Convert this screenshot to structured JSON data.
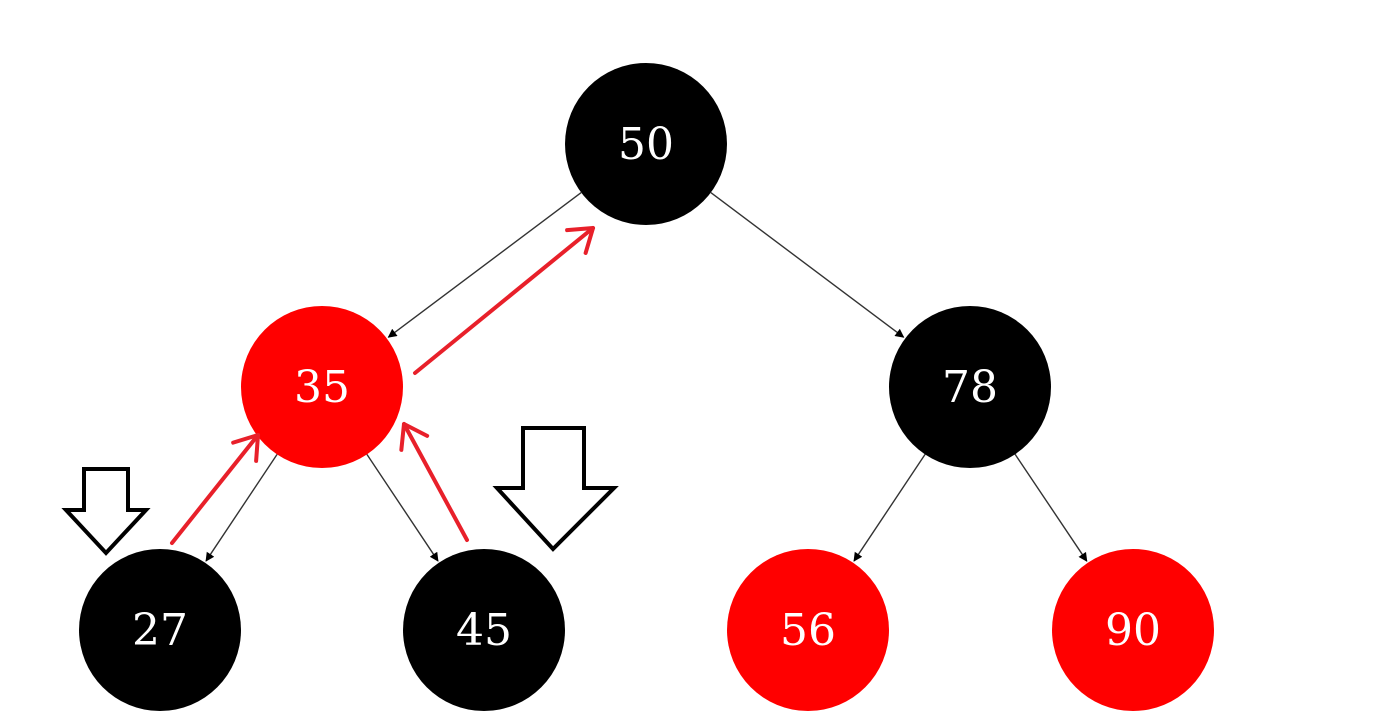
{
  "colors": {
    "black_node": "#000000",
    "red_node": "#ff0000",
    "edge": "#333333",
    "annotation_arrow": "#e8202a",
    "hollow_arrow_stroke": "#000000",
    "background": "#ffffff"
  },
  "nodes": [
    {
      "id": "n50",
      "label": "50",
      "color": "black"
    },
    {
      "id": "n35",
      "label": "35",
      "color": "red"
    },
    {
      "id": "n78",
      "label": "78",
      "color": "black"
    },
    {
      "id": "n27",
      "label": "27",
      "color": "black"
    },
    {
      "id": "n45",
      "label": "45",
      "color": "black"
    },
    {
      "id": "n56",
      "label": "56",
      "color": "red"
    },
    {
      "id": "n90",
      "label": "90",
      "color": "red"
    }
  ],
  "edges": [
    {
      "from": "n50",
      "to": "n35"
    },
    {
      "from": "n50",
      "to": "n78"
    },
    {
      "from": "n35",
      "to": "n27"
    },
    {
      "from": "n35",
      "to": "n45"
    },
    {
      "from": "n78",
      "to": "n56"
    },
    {
      "from": "n78",
      "to": "n90"
    }
  ],
  "annotation_arrows": [
    {
      "from": "n27",
      "to": "n35"
    },
    {
      "from": "n45",
      "to": "n35"
    },
    {
      "from": "n35",
      "to": "n50"
    }
  ],
  "marker_arrows": [
    {
      "target": "n27",
      "size": "small"
    },
    {
      "target": "n45",
      "size": "large"
    }
  ]
}
